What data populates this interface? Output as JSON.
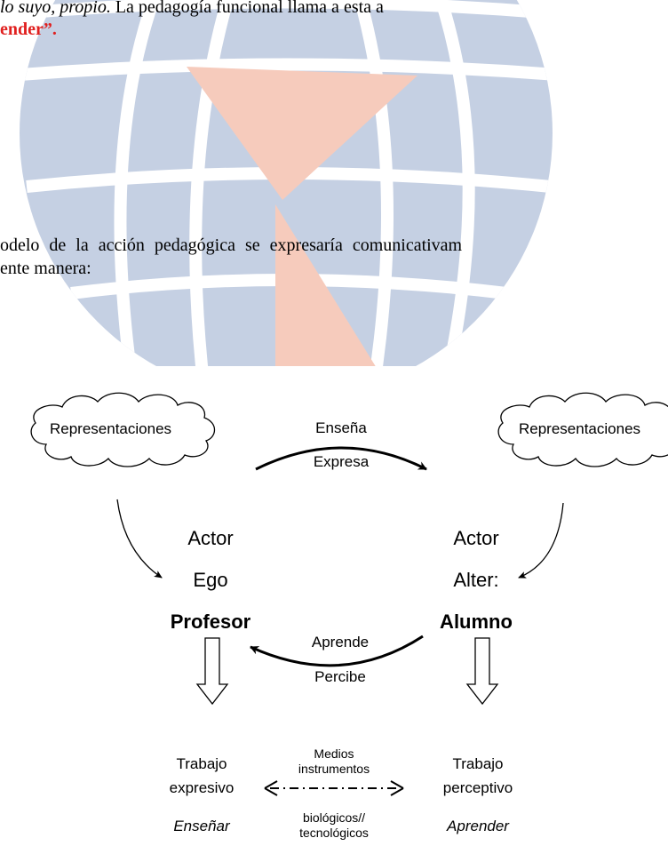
{
  "document": {
    "line1": {
      "italic": "lo suyo, propio.",
      "normal": " La pedagogía funcional llama a esta a"
    },
    "line2_red": "ender”.",
    "line3": "odelo de la acción pedagógica se expresaría comunicativam",
    "line4": "ente manera:"
  },
  "watermark": {
    "colors": {
      "blue": "#c5d0e3",
      "salmon": "#f6cbbc"
    }
  },
  "diagram": {
    "cloud_left": "Representaciones",
    "cloud_right": "Representaciones",
    "top_arrow_label_1": "Enseña",
    "top_arrow_label_2": "Expresa",
    "left_actor": "Actor",
    "left_role": "Ego",
    "left_person": "Profesor",
    "right_actor": "Actor",
    "right_role": "Alter:",
    "right_person": "Alumno",
    "bottom_arrow_label_1": "Aprende",
    "bottom_arrow_label_2": "Percibe",
    "left_work_1": "Trabajo",
    "left_work_2": "expresivo",
    "left_verb": "Enseñar",
    "right_work_1": "Trabajo",
    "right_work_2": "perceptivo",
    "right_verb": "Aprender",
    "medios_1": "Medios",
    "medios_2": "instrumentos",
    "bio_1": "biológicos//",
    "bio_2": "tecnológicos"
  }
}
